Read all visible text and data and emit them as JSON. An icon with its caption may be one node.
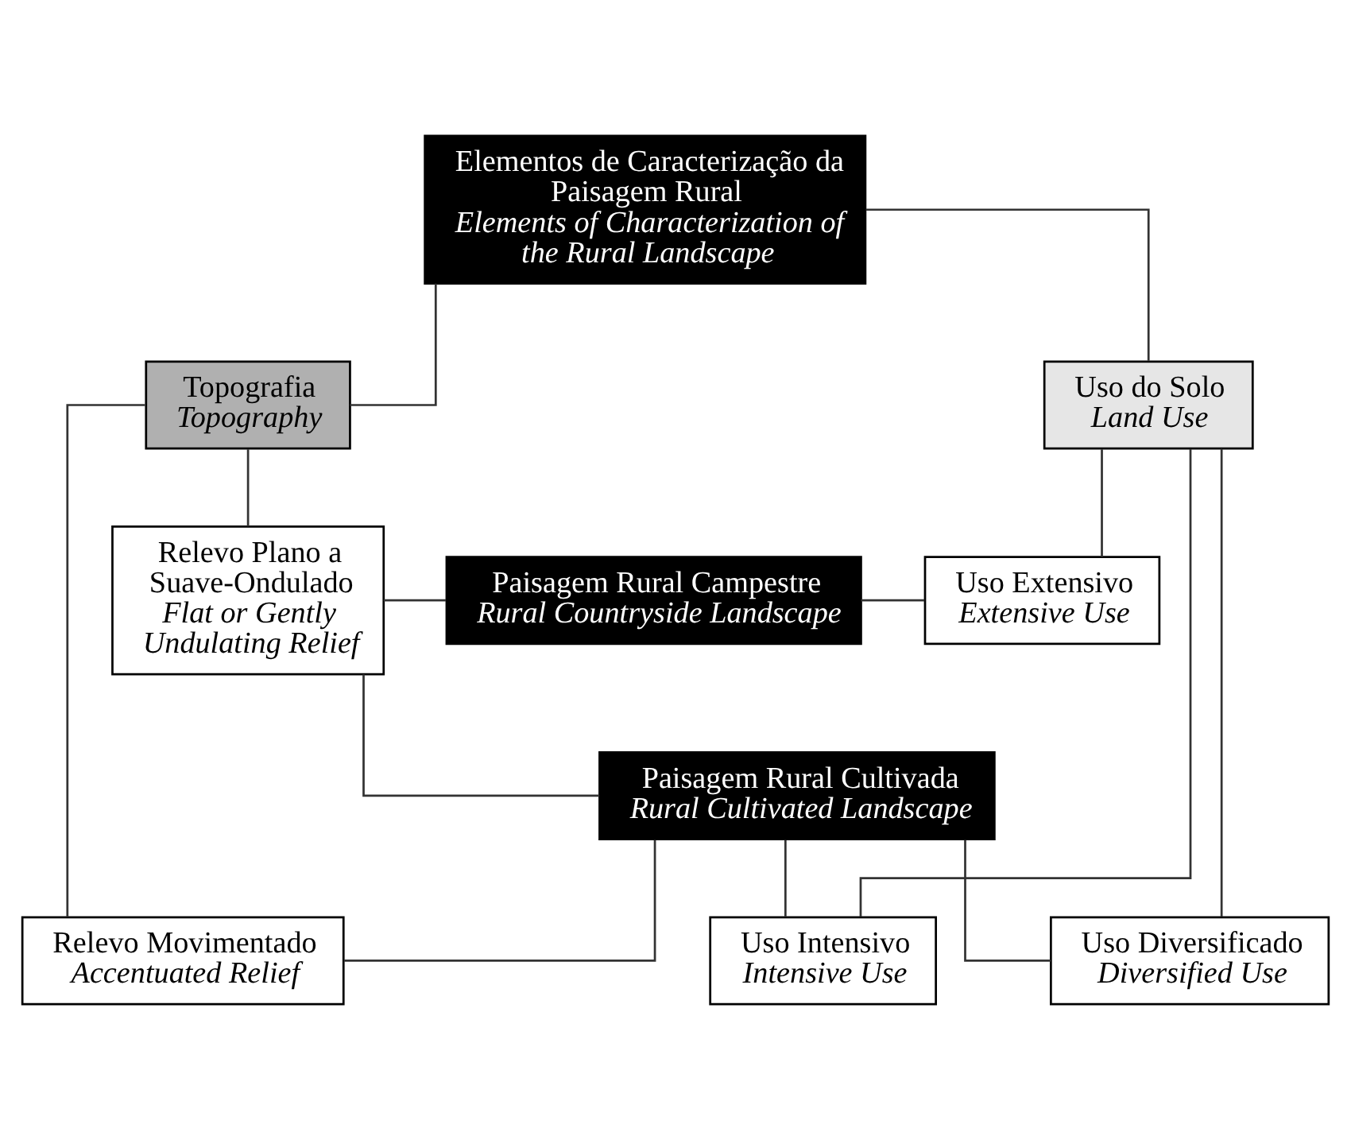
{
  "diagram": {
    "nodes": [
      {
        "text": [
          "Elementos de Caracterização da Paisagem Rural",
          "Elements of Characterization of the Rural Landscape"
        ]
      },
      {
        "text": [
          "Topografia",
          "Topography"
        ]
      },
      {
        "text": [
          "Uso do Solo",
          "Land Use"
        ]
      },
      {
        "text": [
          "Relevo Plano a Suave-Ondulado",
          "Flat or Gently Undulating Relief"
        ]
      },
      {
        "text": [
          "Paisagem Rural Campestre",
          "Rural Countryside Landscape"
        ]
      },
      {
        "text": [
          "Uso Extensivo",
          "Extensive Use"
        ]
      },
      {
        "text": [
          "Uso Intensivo",
          "Intensive Use"
        ]
      },
      {
        "text": [
          "Relevo Movimentado",
          "Accentuated Relief"
        ]
      },
      {
        "text": [
          "Uso Diversificado",
          "Diversified Use"
        ]
      },
      {
        "text": [
          "Paisagem Rural Cultivada",
          "Rural Cultivated Landscape"
        ]
      }
    ],
    "edges": [
      {
        "from": 0,
        "to": 1,
        "arrow": "none"
      },
      {
        "from": 0,
        "to": 2,
        "arrow": "none"
      },
      {
        "from": 1,
        "to": 3,
        "arrow": "none"
      },
      {
        "from": 1,
        "to": 7,
        "arrow": "none"
      },
      {
        "from": 2,
        "to": 5,
        "arrow": "none"
      },
      {
        "from": 2,
        "to": 6,
        "arrow": "none"
      },
      {
        "from": 2,
        "to": 8,
        "arrow": "none"
      },
      {
        "from": 3,
        "to": 4,
        "arrow": "none"
      },
      {
        "from": 4,
        "to": 5,
        "arrow": "none"
      },
      {
        "from": 3,
        "to": 9,
        "arrow": "none"
      },
      {
        "from": 7,
        "to": 9,
        "arrow": "none"
      },
      {
        "from": 9,
        "to": 6,
        "arrow": "none"
      },
      {
        "from": 9,
        "to": 8,
        "arrow": "none"
      }
    ]
  }
}
